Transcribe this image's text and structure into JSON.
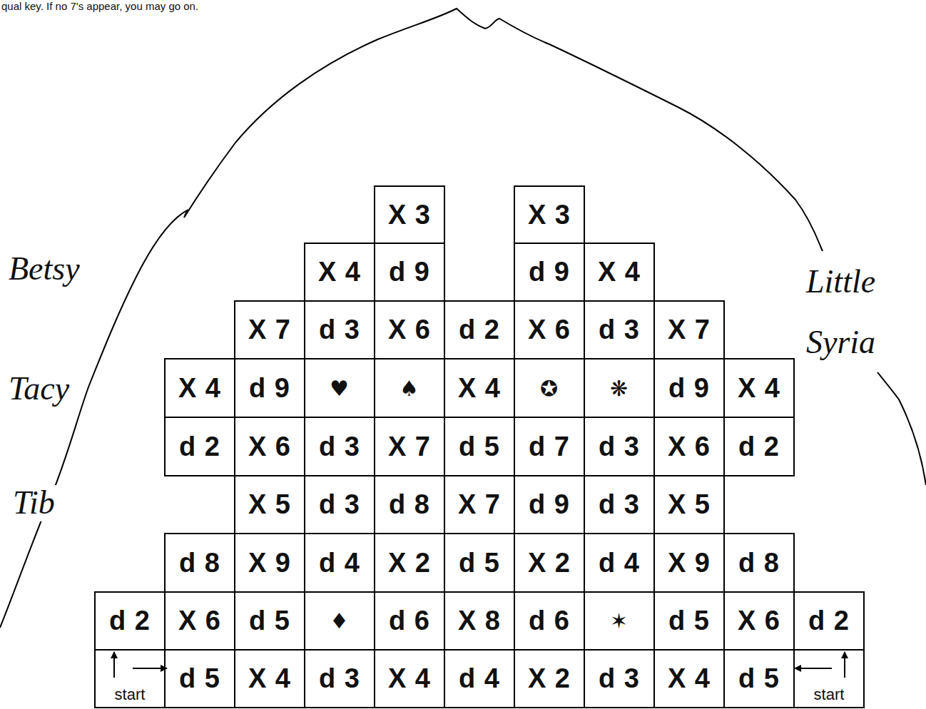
{
  "diagram": {
    "nodes": [
      {
        "text": [
          "X 3"
        ]
      },
      {
        "text": [
          "X 3"
        ]
      },
      {
        "text": [
          "X 4"
        ]
      },
      {
        "text": [
          "d 9"
        ]
      },
      {
        "text": [
          "d 9"
        ]
      },
      {
        "text": [
          "X 4"
        ]
      },
      {
        "text": [
          "X 7"
        ]
      },
      {
        "text": [
          "d 3"
        ]
      },
      {
        "text": [
          "X 6"
        ]
      },
      {
        "text": [
          "d 2"
        ]
      },
      {
        "text": [
          "X 6"
        ]
      },
      {
        "text": [
          "d 3"
        ]
      },
      {
        "text": [
          "X 7"
        ]
      },
      {
        "text": [
          "X 4"
        ]
      },
      {
        "text": [
          "d 9"
        ]
      },
      {
        "text": [
          "♥"
        ]
      },
      {
        "text": [
          "♠"
        ]
      },
      {
        "text": [
          "X 4"
        ]
      },
      {
        "text": [
          "✪"
        ]
      },
      {
        "text": [
          "❋"
        ]
      },
      {
        "text": [
          "d 9"
        ]
      },
      {
        "text": [
          "X 4"
        ]
      },
      {
        "text": [
          "d 2"
        ]
      },
      {
        "text": [
          "X 6"
        ]
      },
      {
        "text": [
          "d 3"
        ]
      },
      {
        "text": [
          "X 7"
        ]
      },
      {
        "text": [
          "d 5"
        ]
      },
      {
        "text": [
          "d 7"
        ]
      },
      {
        "text": [
          "d 3"
        ]
      },
      {
        "text": [
          "X 6"
        ]
      },
      {
        "text": [
          "d 2"
        ]
      },
      {
        "text": [
          "X 5"
        ]
      },
      {
        "text": [
          "d 3"
        ]
      },
      {
        "text": [
          "d 8"
        ]
      },
      {
        "text": [
          "X 7"
        ]
      },
      {
        "text": [
          "d 9"
        ]
      },
      {
        "text": [
          "d 3"
        ]
      },
      {
        "text": [
          "X 5"
        ]
      },
      {
        "text": [
          "d 8"
        ]
      },
      {
        "text": [
          "X 9"
        ]
      },
      {
        "text": [
          "d 4"
        ]
      },
      {
        "text": [
          "X 2"
        ]
      },
      {
        "text": [
          "d 5"
        ]
      },
      {
        "text": [
          "X 2"
        ]
      },
      {
        "text": [
          "d 4"
        ]
      },
      {
        "text": [
          "X 9"
        ]
      },
      {
        "text": [
          "d 8"
        ]
      },
      {
        "text": [
          "d 2"
        ]
      },
      {
        "text": [
          "X 6"
        ]
      },
      {
        "text": [
          "d 5"
        ]
      },
      {
        "text": [
          "♦"
        ]
      },
      {
        "text": [
          "d 6"
        ]
      },
      {
        "text": [
          "X 8"
        ]
      },
      {
        "text": [
          "d 6"
        ]
      },
      {
        "text": [
          "✶"
        ]
      },
      {
        "text": [
          "d 5"
        ]
      },
      {
        "text": [
          "X 6"
        ]
      },
      {
        "text": [
          "d 2"
        ]
      },
      {
        "text": [
          "start"
        ]
      },
      {
        "text": [
          "d 5"
        ]
      },
      {
        "text": [
          "X 4"
        ]
      },
      {
        "text": [
          "d 3"
        ]
      },
      {
        "text": [
          "X 4"
        ]
      },
      {
        "text": [
          "d 4"
        ]
      },
      {
        "text": [
          "X 2"
        ]
      },
      {
        "text": [
          "d 3"
        ]
      },
      {
        "text": [
          "X 4"
        ]
      },
      {
        "text": [
          "d 5"
        ]
      },
      {
        "text": [
          "start"
        ]
      }
    ],
    "labels": [
      "qual key.  If no 7's appear, you may go on.",
      "Betsy",
      "Tacy",
      "Tib",
      "Little Syria"
    ]
  }
}
